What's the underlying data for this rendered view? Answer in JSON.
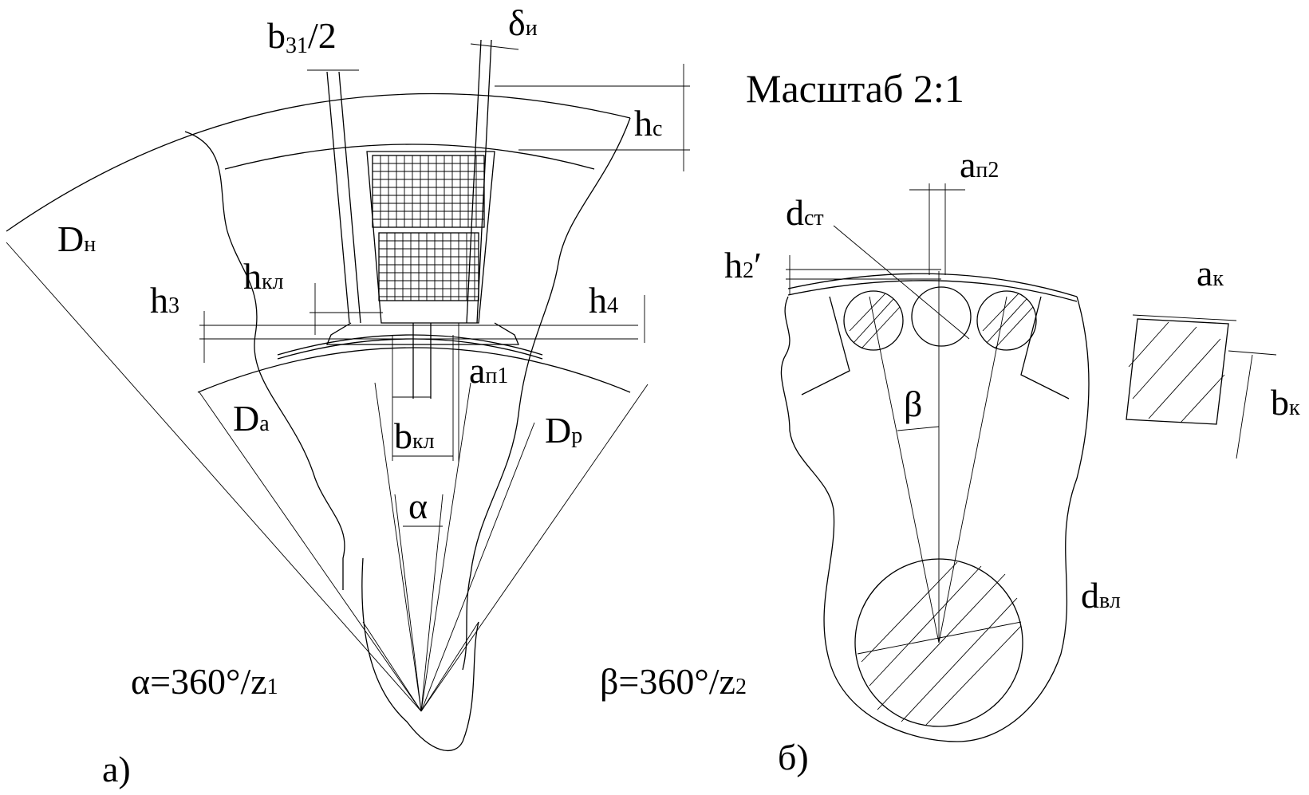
{
  "scale_title": "Масштаб 2:1",
  "labels": {
    "b31": {
      "main": "b",
      "sub": "31",
      "tail": "/2"
    },
    "delta_i": {
      "main": "δ",
      "sub": "и"
    },
    "h_c": {
      "main": "h",
      "sub": "c"
    },
    "D_n": {
      "main": "D",
      "sub": "н"
    },
    "h_kl": {
      "main": "h",
      "sub": "кл"
    },
    "h_3": {
      "main": "h",
      "sub": "3"
    },
    "h_4": {
      "main": "h",
      "sub": "4"
    },
    "a_p1": {
      "main": "a",
      "sub": "п1"
    },
    "D_a": {
      "main": "D",
      "sub": "a"
    },
    "D_p": {
      "main": "D",
      "sub": "p"
    },
    "b_kl": {
      "main": "b",
      "sub": "кл"
    },
    "alpha": "α",
    "a_p2": {
      "main": "a",
      "sub": "п2"
    },
    "d_st": {
      "main": "d",
      "sub": "ст"
    },
    "h_2": {
      "main": "h",
      "sub": "2",
      "tail": "′"
    },
    "a_k": {
      "main": "a",
      "sub": "к"
    },
    "b_k": {
      "main": "b",
      "sub": "к"
    },
    "beta": "β",
    "d_vl": {
      "main": "d",
      "sub": "вл"
    }
  },
  "formula_alpha": {
    "left": "α=360°/z",
    "sub": "1"
  },
  "formula_beta": {
    "left": "β=360°/z",
    "sub": "2"
  },
  "caption_a": "a)",
  "caption_b": "б)"
}
